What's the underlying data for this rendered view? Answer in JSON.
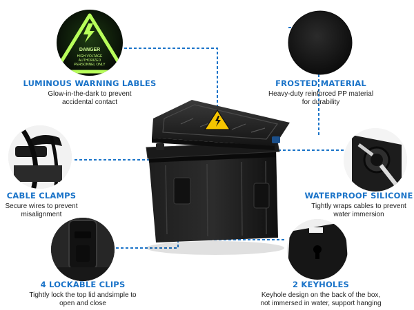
{
  "warning_sign": {
    "heading": "DANGER",
    "lines": [
      "HIGH VOLTAGE",
      "AUTHORIZED",
      "PERSONNEL ONLY"
    ]
  },
  "features": {
    "luminous": {
      "title": "LUMINOUS WARNING LABLES",
      "desc": [
        "Glow-in-the-dark to prevent",
        "accidental contact"
      ]
    },
    "frosted": {
      "title": "FROSTED MATERIAL",
      "desc": [
        "Heavy-duty reinforced PP material",
        "for durability"
      ]
    },
    "clamps": {
      "title": "CABLE CLAMPS",
      "desc": [
        "Secure wires to prevent",
        "misalignment"
      ]
    },
    "silicone": {
      "title": "WATERPROOF SILICONE",
      "desc": [
        "Tightly wraps cables to prevent",
        "water immersion"
      ]
    },
    "clips": {
      "title": "4 LOCKABLE CLIPS",
      "desc": [
        "Tightly lock the top lid andsimple to",
        "open and close"
      ]
    },
    "keyholes": {
      "title": "2 KEYHOLES",
      "desc": [
        "Keyhole design on the back of the box,",
        "not immersed in water, support hanging"
      ]
    }
  },
  "colors": {
    "accent": "#1a73c8",
    "glow": "#b8ff5a",
    "warning_yellow": "#f5c400",
    "body_black": "#161616"
  }
}
